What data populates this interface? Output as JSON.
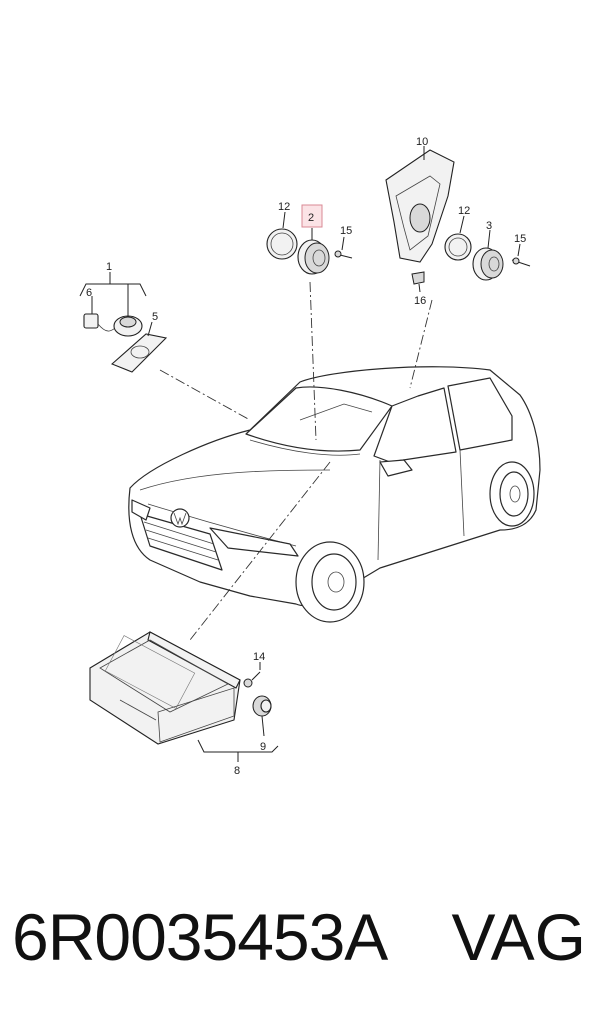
{
  "diagram": {
    "callouts": [
      {
        "id": "c1",
        "text": "1"
      },
      {
        "id": "c2",
        "text": "2"
      },
      {
        "id": "c3",
        "text": "3"
      },
      {
        "id": "c5",
        "text": "5"
      },
      {
        "id": "c6",
        "text": "6"
      },
      {
        "id": "c8",
        "text": "8"
      },
      {
        "id": "c9",
        "text": "9"
      },
      {
        "id": "c10",
        "text": "10"
      },
      {
        "id": "c12a",
        "text": "12"
      },
      {
        "id": "c12b",
        "text": "12"
      },
      {
        "id": "c14",
        "text": "14"
      },
      {
        "id": "c15a",
        "text": "15"
      },
      {
        "id": "c15b",
        "text": "15"
      },
      {
        "id": "c16",
        "text": "16"
      }
    ],
    "highlight_color": "#e8a0a8"
  },
  "footer": {
    "part_number": "6R0035453A",
    "brand": "VAG"
  }
}
